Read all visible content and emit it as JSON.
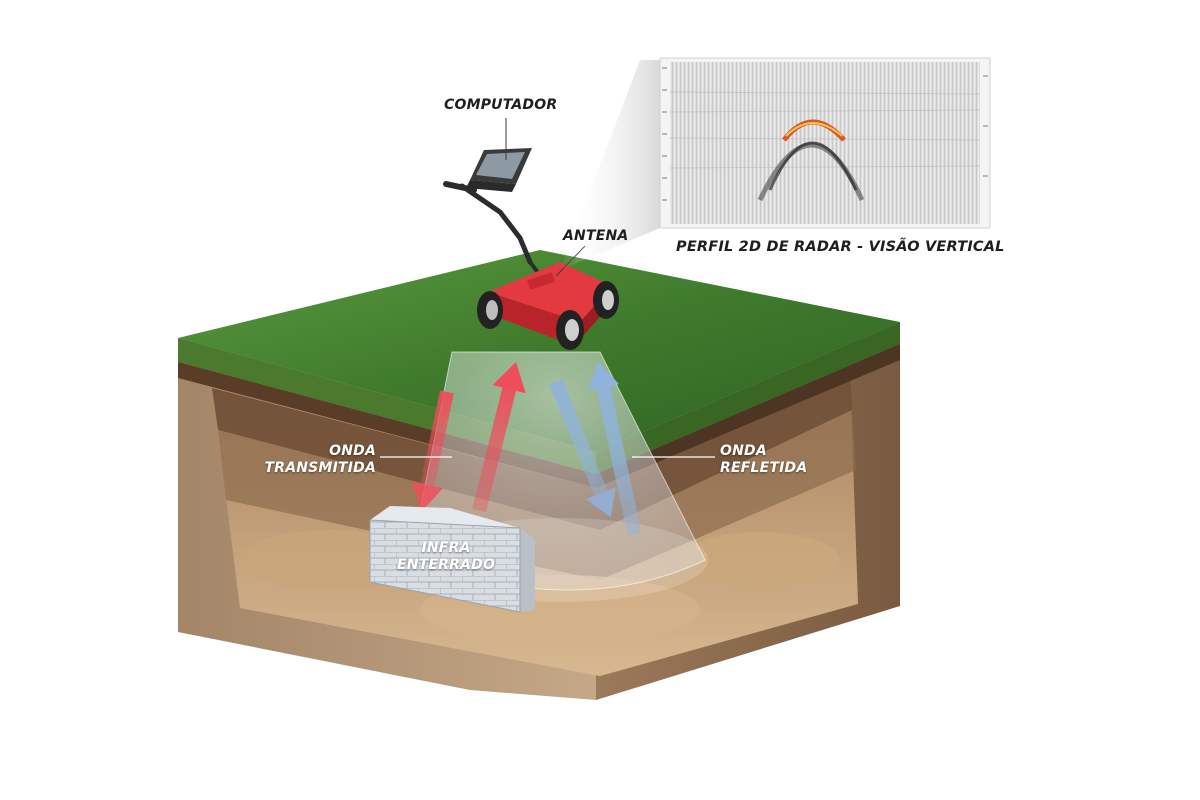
{
  "labels": {
    "computer": "COMPUTADOR",
    "antenna": "ANTENA",
    "radar_profile": "PERFIL 2D DE RADAR - VISÃO VERTICAL",
    "transmitted_wave": [
      "ONDA",
      "TRANSMITIDA"
    ],
    "reflected_wave": [
      "ONDA",
      "REFLETIDA"
    ],
    "buried_infra": [
      "INFRA",
      "ENTERRADO"
    ]
  },
  "colors": {
    "grass": "#3f7a2c",
    "soil_face": "#8a6a48",
    "sand": "#c9a57a",
    "cart_body": "#d8363a",
    "transmitted_arrow": "#ef4d5a",
    "reflected_arrow": "#8fb3dd",
    "radar_hyperbola": "#e0542a",
    "label_dark": "#1e1e1e",
    "label_light": "#ffffff"
  },
  "icons": [
    "gpr-cart-icon",
    "laptop-icon",
    "brick-wall-icon",
    "radar-profile-panel"
  ]
}
